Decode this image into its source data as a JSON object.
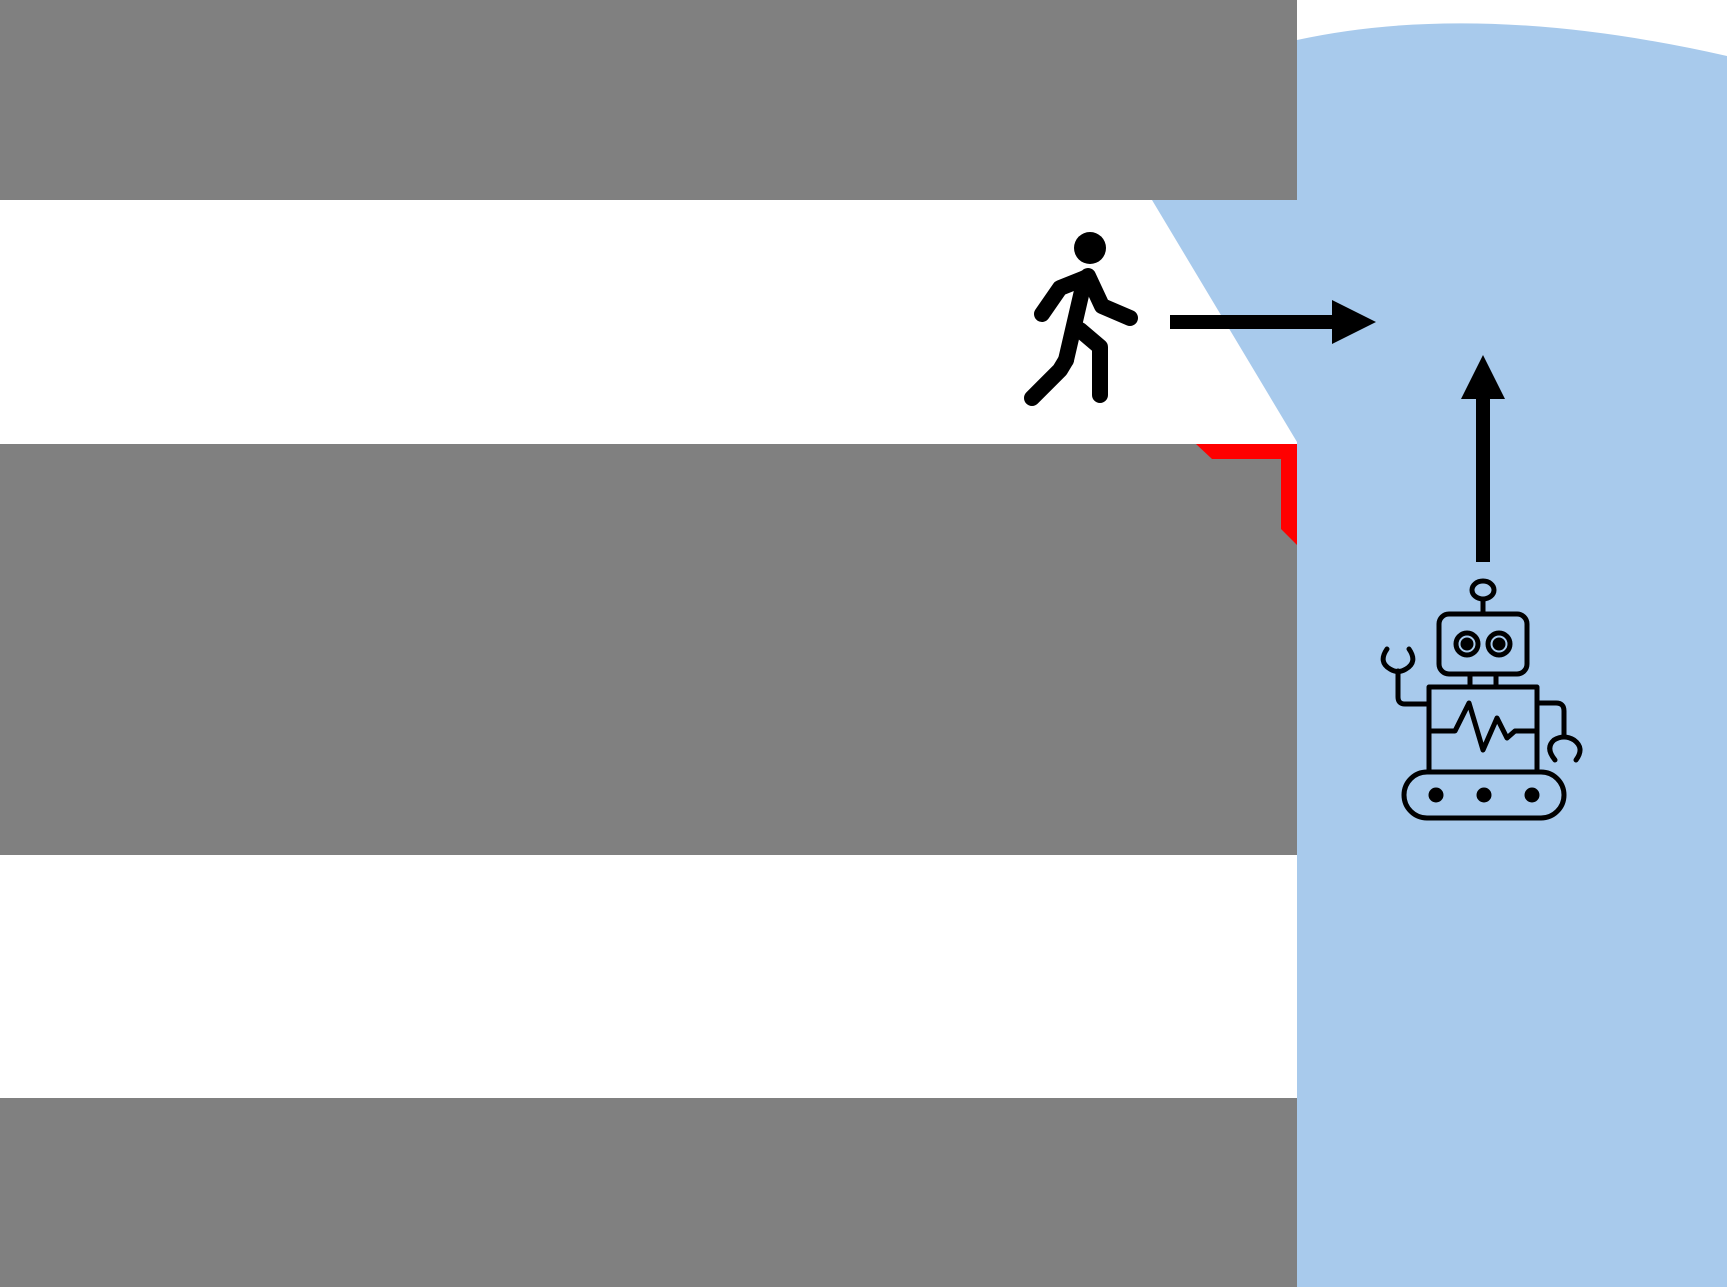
{
  "scene": {
    "elements": [
      {
        "id": "building-top",
        "kind": "wall"
      },
      {
        "id": "building-middle",
        "kind": "wall"
      },
      {
        "id": "building-bottom",
        "kind": "wall"
      },
      {
        "id": "robot-sensing-field",
        "kind": "field-of-view"
      },
      {
        "id": "occluding-corner",
        "kind": "highlight"
      },
      {
        "id": "pedestrian",
        "kind": "person-walking-icon",
        "heading": "right"
      },
      {
        "id": "robot",
        "kind": "tracked-robot-icon",
        "heading": "up"
      }
    ]
  },
  "colors": {
    "background": "#ffffff",
    "wall": "#808080",
    "sensing_field": "#a8caec",
    "corner_highlight": "#ff0000",
    "arrow": "#000000",
    "icon": "#000000"
  },
  "icons": {
    "pedestrian": "person-walking-icon",
    "robot": "robot-icon"
  }
}
